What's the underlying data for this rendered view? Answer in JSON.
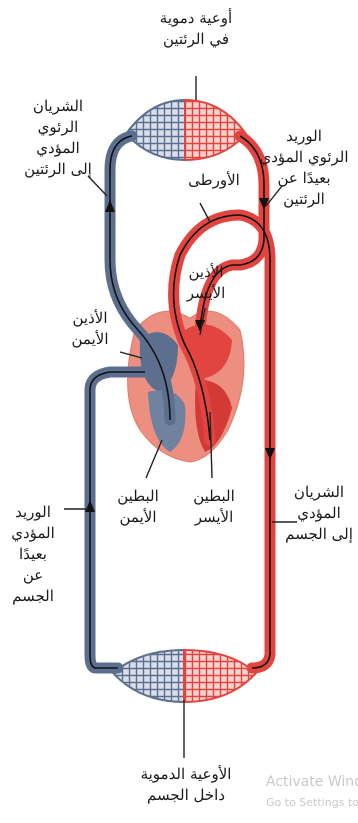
{
  "colors": {
    "oxygenated": "#e2453f",
    "deoxygenated": "#5c6f8f",
    "heart_tissue": "#ec8f80",
    "leader_line": "#222222"
  },
  "labels": {
    "lung_vessels": "أوعية دموية\nفي الرئتين",
    "pulmonary_artery": "الشريان\nالرئوي\nالمؤدي\nإلى الرئتين",
    "pulmonary_vein": "الوريد\nالرئوي المؤدي\nبعيدًا عن\nالرئتين",
    "aorta": "الأورطى",
    "left_atrium": "الأذين\nالأيسر",
    "right_atrium": "الأذين\nالأيمن",
    "right_ventricle": "البطين\nالأيمن",
    "left_ventricle": "البطين\nالأيسر",
    "artery_to_body": "الشريان\nالمؤدي\nإلى الجسم",
    "vein_from_body": "الوريد\nالمؤدي\nبعيدًا\nعن\nالجسم",
    "body_vessels": "الأوعية الدموية\nداخل الجسم"
  },
  "watermark": {
    "line1": "Activate Wind",
    "line2": "Go to Settings to a"
  }
}
